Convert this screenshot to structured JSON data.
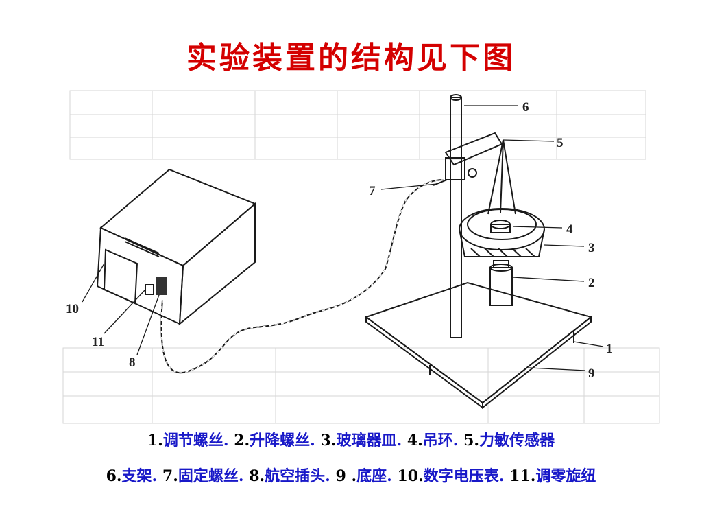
{
  "title": "实验装置的结构见下图",
  "figure": {
    "labels": {
      "l1": "1",
      "l2": "2",
      "l3": "3",
      "l4": "4",
      "l5": "5",
      "l6": "6",
      "l7": "7",
      "l8": "8",
      "l9": "9",
      "l10": "10",
      "l11": "11"
    }
  },
  "caption": {
    "line1": [
      {
        "num": "1.",
        "text": "调节螺丝."
      },
      {
        "num": "2.",
        "text": "升降螺丝."
      },
      {
        "num": "3.",
        "text": "玻璃器皿."
      },
      {
        "num": "4.",
        "text": "吊环."
      },
      {
        "num": "5.",
        "text": "力敏传感器"
      }
    ],
    "line2": [
      {
        "num": "6.",
        "text": "支架."
      },
      {
        "num": "7.",
        "text": "固定螺丝."
      },
      {
        "num": "8.",
        "text": "航空插头."
      },
      {
        "num": "9 .",
        "text": "底座."
      },
      {
        "num": "10.",
        "text": "数字电压表."
      },
      {
        "num": "11.",
        "text": "调零旋纽"
      }
    ]
  }
}
